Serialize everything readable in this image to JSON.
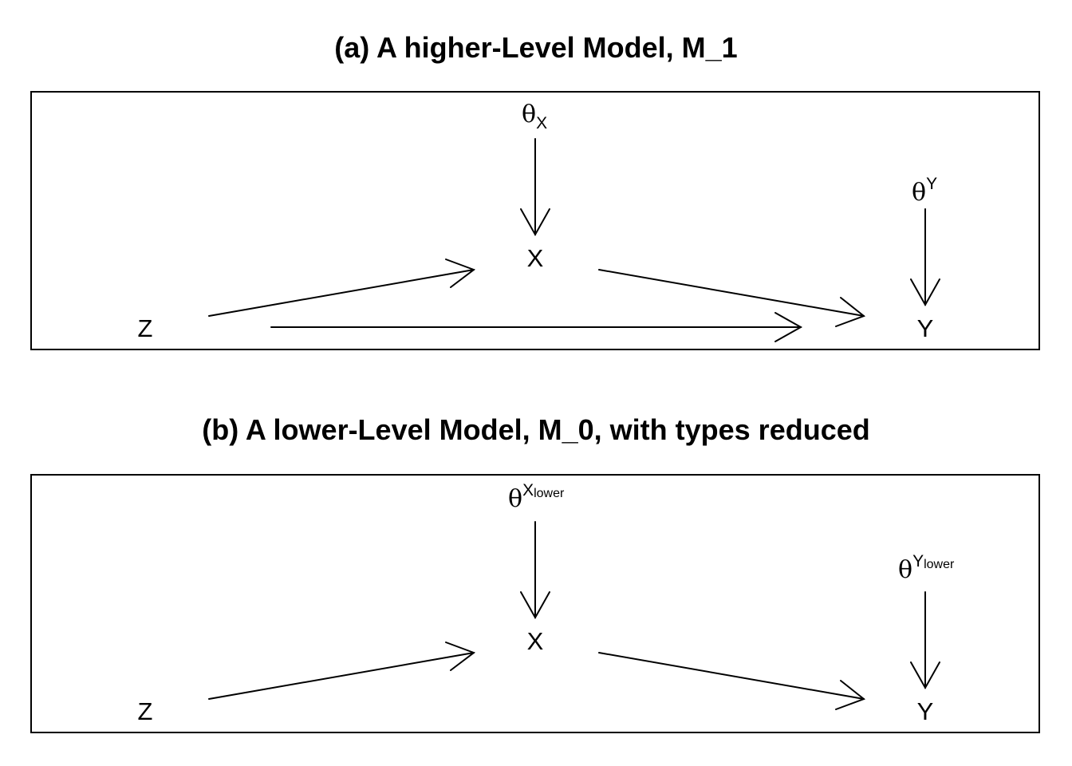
{
  "panels": [
    {
      "title": "(a) A higher-Level Model, M_1",
      "nodes": {
        "z": "Z",
        "x": "X",
        "y": "Y"
      },
      "theta_x": {
        "symbol": "θ",
        "script": "X"
      },
      "theta_y": {
        "symbol": "θ",
        "script": "Y"
      }
    },
    {
      "title": "(b) A lower-Level Model, M_0, with types reduced",
      "nodes": {
        "z": "Z",
        "x": "X",
        "y": "Y"
      },
      "theta_x": {
        "symbol": "θ",
        "script": "X",
        "subscript": "lower"
      },
      "theta_y": {
        "symbol": "θ",
        "script": "Y",
        "subscript": "lower"
      }
    }
  ],
  "edges": {
    "panel_a": [
      "θX → X",
      "Z → X",
      "X → Y",
      "Z → Y",
      "θY → Y"
    ],
    "panel_b": [
      "θX → X",
      "Z → X",
      "X → Y",
      "θY → Y"
    ]
  }
}
